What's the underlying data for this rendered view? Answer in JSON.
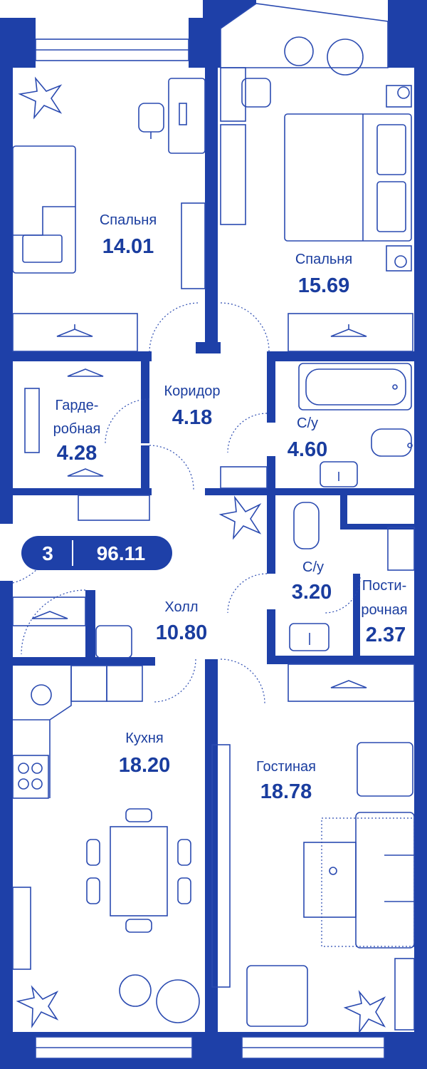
{
  "colors": {
    "wall": "#1e40a8",
    "line": "#2a4ab0",
    "text": "#1a3d9f",
    "badge_bg": "#1e40a8",
    "badge_text": "#ffffff"
  },
  "badge": {
    "rooms": "3",
    "total_area": "96.11"
  },
  "rooms": [
    {
      "id": "bedroom-1",
      "name": "Спальня",
      "area": "14.01"
    },
    {
      "id": "bedroom-2",
      "name": "Спальня",
      "area": "15.69"
    },
    {
      "id": "corridor",
      "name": "Коридор",
      "area": "4.18"
    },
    {
      "id": "wardrobe",
      "name_line1": "Гарде-",
      "name_line2": "робная",
      "area": "4.28"
    },
    {
      "id": "bathroom-1",
      "name": "С/у",
      "area": "4.60"
    },
    {
      "id": "bathroom-2",
      "name": "С/у",
      "area": "3.20"
    },
    {
      "id": "laundry",
      "name_line1": "Пости-",
      "name_line2": "рочная",
      "area": "2.37"
    },
    {
      "id": "hall",
      "name": "Холл",
      "area": "10.80"
    },
    {
      "id": "kitchen",
      "name": "Кухня",
      "area": "18.20"
    },
    {
      "id": "living-room",
      "name": "Гостиная",
      "area": "18.78"
    }
  ],
  "icons": [
    "plant-icon",
    "hanger-icon",
    "bed-icon",
    "bathtub-icon",
    "toilet-icon",
    "sink-icon",
    "stove-icon",
    "armchair-icon",
    "sofa-icon",
    "dining-table-icon",
    "desk-chair-icon",
    "washing-machine-icon"
  ]
}
